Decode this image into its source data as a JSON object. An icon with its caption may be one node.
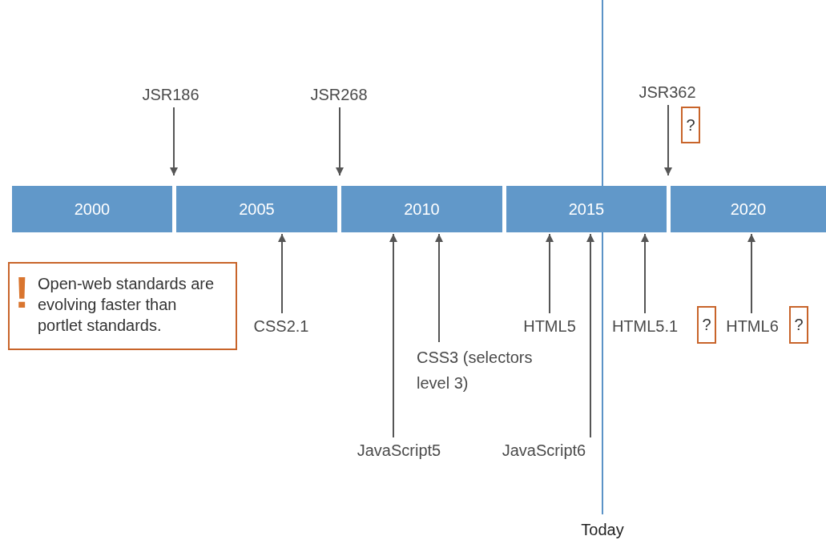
{
  "diagram": {
    "nodes": [
      {
        "text": [
          "JSR186"
        ]
      },
      {
        "text": [
          "JSR268"
        ]
      },
      {
        "text": [
          "JSR362"
        ]
      },
      {
        "text": [
          "?"
        ]
      },
      {
        "text": [
          "2000"
        ]
      },
      {
        "text": [
          "2005"
        ]
      },
      {
        "text": [
          "2010"
        ]
      },
      {
        "text": [
          "2015"
        ]
      },
      {
        "text": [
          "2020"
        ]
      },
      {
        "text": [
          "!",
          "Open-web standards are evolving faster than portlet standards."
        ]
      },
      {
        "text": [
          "CSS2.1"
        ]
      },
      {
        "text": [
          "HTML5"
        ]
      },
      {
        "text": [
          "HTML5.1"
        ]
      },
      {
        "text": [
          "?"
        ]
      },
      {
        "text": [
          "HTML6"
        ]
      },
      {
        "text": [
          "?"
        ]
      },
      {
        "text": [
          "CSS3 (selectors level 3)"
        ]
      },
      {
        "text": [
          "JavaScript5"
        ]
      },
      {
        "text": [
          "JavaScript6"
        ]
      }
    ],
    "edges": [
      {
        "from": 0,
        "to": 4,
        "arrow": "to"
      },
      {
        "from": 1,
        "to": 5,
        "arrow": "to"
      },
      {
        "from": 2,
        "to": 8,
        "arrow": "to"
      },
      {
        "from": 10,
        "to": 5,
        "arrow": "to"
      },
      {
        "from": 17,
        "to": 6,
        "arrow": "to"
      },
      {
        "from": 16,
        "to": 6,
        "arrow": "to"
      },
      {
        "from": 11,
        "to": 7,
        "arrow": "to"
      },
      {
        "from": 18,
        "to": 7,
        "arrow": "to"
      },
      {
        "from": 12,
        "to": 7,
        "arrow": "to"
      },
      {
        "from": 14,
        "to": 8,
        "arrow": "to"
      }
    ],
    "labels": [
      "Today"
    ]
  }
}
